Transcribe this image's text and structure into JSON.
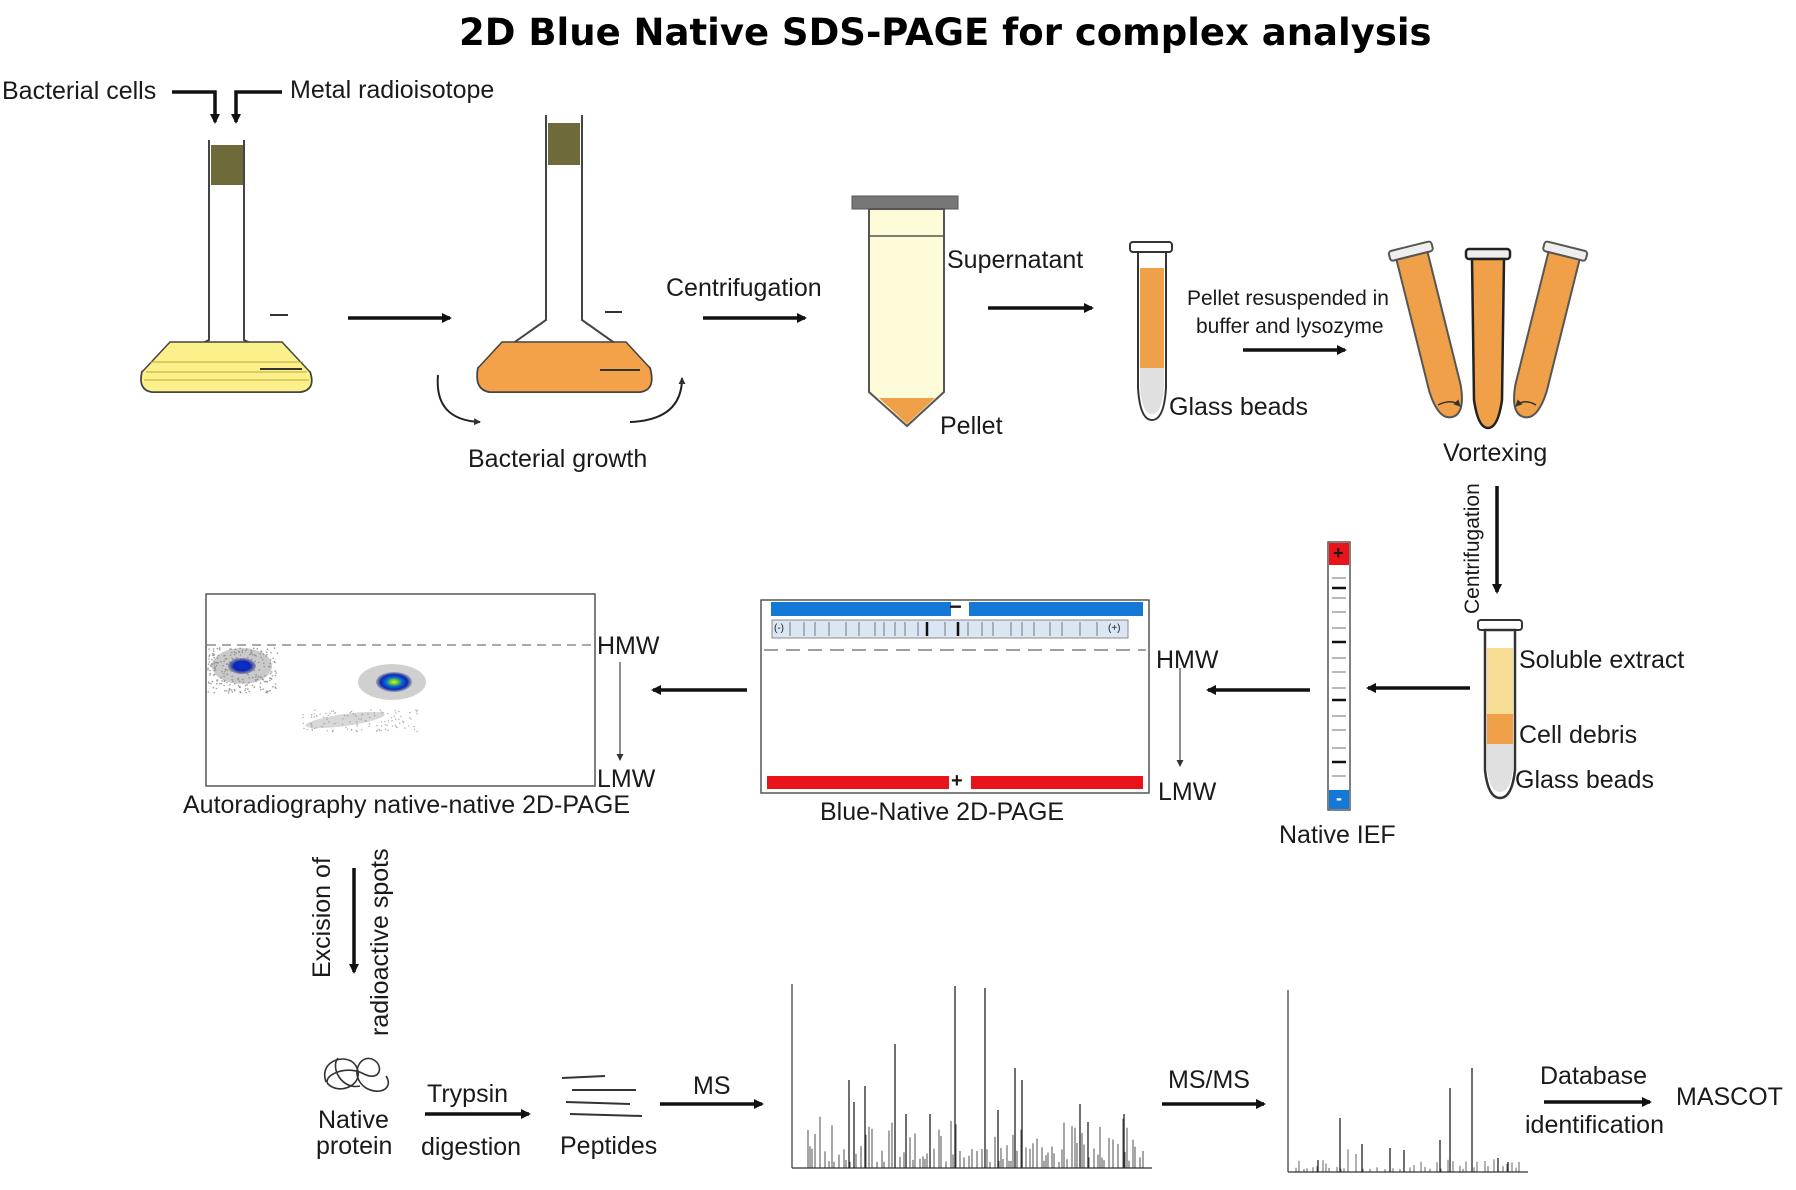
{
  "title": "2D Blue Native SDS-PAGE for complex analysis",
  "labels": {
    "bacterial_cells": "Bacterial cells",
    "metal_radioisotope": "Metal radioisotope",
    "bacterial_growth": "Bacterial growth",
    "centrifugation_1": "Centrifugation",
    "supernatant": "Supernatant",
    "pellet": "Pellet",
    "glass_beads_1": "Glass beads",
    "pellet_resuspended_line1": "Pellet resuspended in",
    "pellet_resuspended_line2": "buffer and lysozyme",
    "vortexing": "Vortexing",
    "centrifugation_2": "Centrifugation",
    "soluble_extract": "Soluble extract",
    "cell_debris": "Cell debris",
    "glass_beads_2": "Glass beads",
    "native_ief": "Native IEF",
    "hmw_1": "HMW",
    "lmw_1": "LMW",
    "blue_native_2d_page": "Blue-Native 2D-PAGE",
    "hmw_2": "HMW",
    "lmw_2": "LMW",
    "autoradiography": "Autoradiography native-native 2D-PAGE",
    "excision_line1": "Excision of",
    "excision_line2": "radioactive spots",
    "native_protein_line1": "Native",
    "native_protein_line2": "protein",
    "trypsin": "Trypsin",
    "digestion": "digestion",
    "peptides": "Peptides",
    "ms": "MS",
    "msms": "MS/MS",
    "database": "Database",
    "identification": "identification",
    "mascot": "MASCOT"
  },
  "gel": {
    "minus_sign": "−",
    "plus_sign": "+",
    "strip_left": "(-)",
    "strip_right": "(+)"
  },
  "ief": {
    "top_sign": "+",
    "bottom_sign": "-"
  },
  "colors": {
    "flask_yellow": "#fbf08a",
    "flask_orange": "#f3a24a",
    "flask_neck": "#6f6a3a",
    "gel_blue": "#1479d6",
    "gel_red": "#e8141a",
    "tube_cream": "#fdfbd8",
    "soluble_yellow": "#f7dc94",
    "debris_orange": "#f0a048"
  }
}
